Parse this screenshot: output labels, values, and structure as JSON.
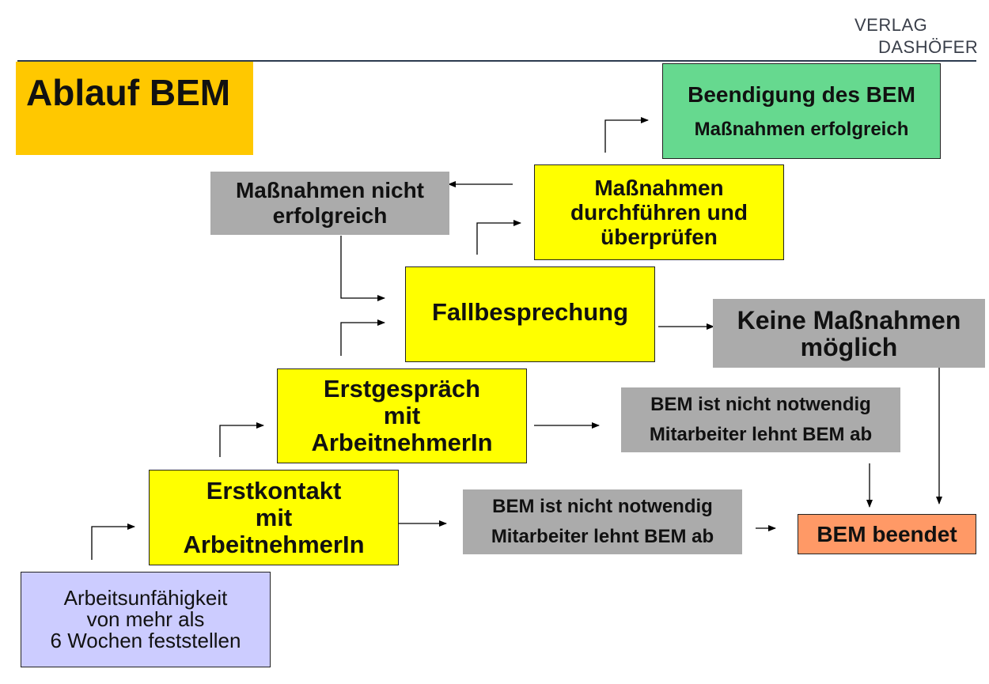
{
  "logo": {
    "line1": "VERLAG",
    "line2": "DASHÖFER"
  },
  "title": "Ablauf BEM",
  "nodes": {
    "start": {
      "lines": [
        "Arbeitsunfähigkeit",
        "von mehr als",
        "6 Wochen feststellen"
      ],
      "color": "#ccccff"
    },
    "erstkontakt": {
      "lines": [
        "Erstkontakt",
        "mit",
        "ArbeitnehmerIn"
      ],
      "color": "#ffff00"
    },
    "erstgespraech": {
      "lines": [
        "Erstgespräch",
        "mit",
        "ArbeitnehmerIn"
      ],
      "color": "#ffff00"
    },
    "fallbesprechung": {
      "lines": [
        "Fallbesprechung"
      ],
      "color": "#ffff00"
    },
    "massnahmen_durchfuehren": {
      "lines": [
        "Maßnahmen",
        "durchführen und",
        "überprüfen"
      ],
      "color": "#ffff00"
    },
    "beendigung": {
      "lines": [
        "Beendigung des BEM",
        "Maßnahmen erfolgreich"
      ],
      "color": "#66d98f"
    },
    "nicht_erfolgreich": {
      "lines": [
        "Maßnahmen nicht",
        "erfolgreich"
      ],
      "color": "#ababab"
    },
    "keine_massnahmen": {
      "lines": [
        "Keine Maßnahmen",
        "möglich"
      ],
      "color": "#ababab"
    },
    "nicht_notwendig_1": {
      "lines": [
        "BEM ist nicht notwendig",
        "Mitarbeiter lehnt BEM ab"
      ],
      "color": "#ababab"
    },
    "nicht_notwendig_2": {
      "lines": [
        "BEM ist nicht notwendig",
        "Mitarbeiter lehnt BEM ab"
      ],
      "color": "#ababab"
    },
    "beendet": {
      "lines": [
        "BEM beendet"
      ],
      "color": "#ff9966"
    }
  },
  "edges": [
    {
      "from": "start",
      "to": "erstkontakt"
    },
    {
      "from": "erstkontakt",
      "to": "erstgespraech"
    },
    {
      "from": "erstkontakt",
      "to": "nicht_notwendig_1"
    },
    {
      "from": "nicht_notwendig_1",
      "to": "beendet"
    },
    {
      "from": "erstgespraech",
      "to": "fallbesprechung"
    },
    {
      "from": "erstgespraech",
      "to": "nicht_notwendig_2"
    },
    {
      "from": "nicht_notwendig_2",
      "to": "beendet"
    },
    {
      "from": "fallbesprechung",
      "to": "massnahmen_durchfuehren"
    },
    {
      "from": "fallbesprechung",
      "to": "keine_massnahmen"
    },
    {
      "from": "keine_massnahmen",
      "to": "beendet"
    },
    {
      "from": "massnahmen_durchfuehren",
      "to": "beendigung"
    },
    {
      "from": "massnahmen_durchfuehren",
      "to": "nicht_erfolgreich"
    },
    {
      "from": "nicht_erfolgreich",
      "to": "fallbesprechung"
    }
  ]
}
